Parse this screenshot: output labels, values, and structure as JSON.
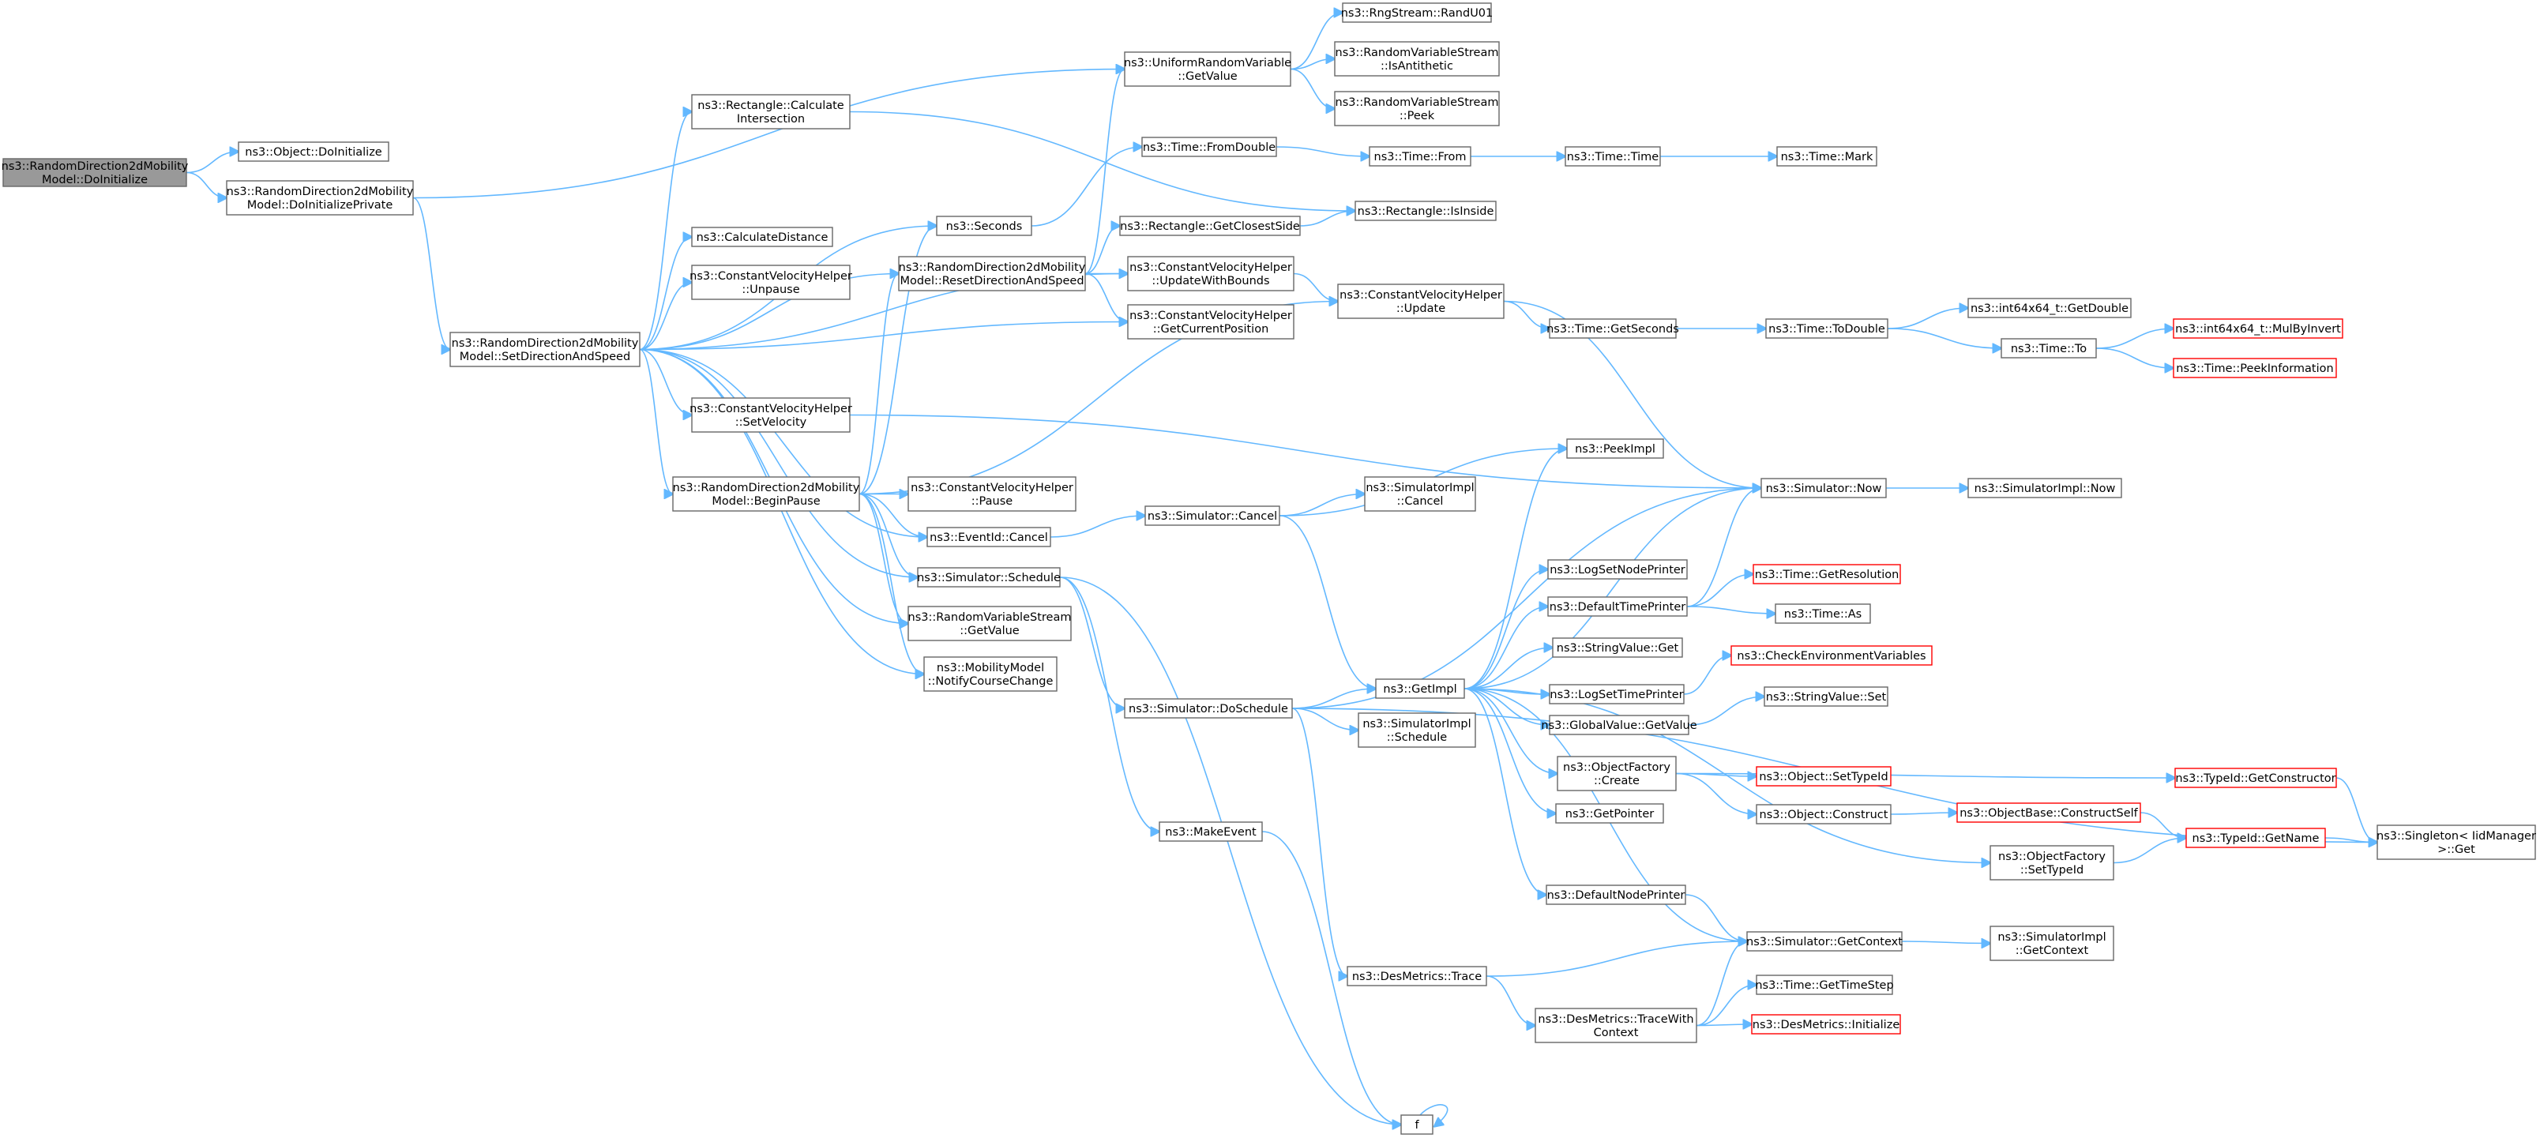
{
  "graph": {
    "nodes": [
      {
        "id": "root",
        "lines": [
          "ns3::RandomDirection2dMobility",
          "Model::DoInitialize"
        ],
        "kind": "root"
      },
      {
        "id": "objdoinit",
        "lines": [
          "ns3::Object::DoInitialize"
        ],
        "kind": "normal"
      },
      {
        "id": "doinitpriv",
        "lines": [
          "ns3::RandomDirection2dMobility",
          "Model::DoInitializePrivate"
        ],
        "kind": "normal"
      },
      {
        "id": "setdir",
        "lines": [
          "ns3::RandomDirection2dMobility",
          "Model::SetDirectionAndSpeed"
        ],
        "kind": "normal"
      },
      {
        "id": "rectcalc",
        "lines": [
          "ns3::Rectangle::Calculate",
          "Intersection"
        ],
        "kind": "normal"
      },
      {
        "id": "calcdist",
        "lines": [
          "ns3::CalculateDistance"
        ],
        "kind": "normal"
      },
      {
        "id": "cvunpause",
        "lines": [
          "ns3::ConstantVelocityHelper",
          "::Unpause"
        ],
        "kind": "normal"
      },
      {
        "id": "cvsetvel",
        "lines": [
          "ns3::ConstantVelocityHelper",
          "::SetVelocity"
        ],
        "kind": "normal"
      },
      {
        "id": "beginpause",
        "lines": [
          "ns3::RandomDirection2dMobility",
          "Model::BeginPause"
        ],
        "kind": "normal"
      },
      {
        "id": "seconds",
        "lines": [
          "ns3::Seconds"
        ],
        "kind": "normal"
      },
      {
        "id": "resetdir",
        "lines": [
          "ns3::RandomDirection2dMobility",
          "Model::ResetDirectionAndSpeed"
        ],
        "kind": "normal"
      },
      {
        "id": "cvpause",
        "lines": [
          "ns3::ConstantVelocityHelper",
          "::Pause"
        ],
        "kind": "normal"
      },
      {
        "id": "evcancel",
        "lines": [
          "ns3::EventId::Cancel"
        ],
        "kind": "normal"
      },
      {
        "id": "simsched",
        "lines": [
          "ns3::Simulator::Schedule"
        ],
        "kind": "normal"
      },
      {
        "id": "rvsgetval",
        "lines": [
          "ns3::RandomVariableStream",
          "::GetValue"
        ],
        "kind": "normal"
      },
      {
        "id": "mobnotify",
        "lines": [
          "ns3::MobilityModel",
          "::NotifyCourseChange"
        ],
        "kind": "normal"
      },
      {
        "id": "urvgetval",
        "lines": [
          "ns3::UniformRandomVariable",
          "::GetValue"
        ],
        "kind": "normal"
      },
      {
        "id": "timefromdouble",
        "lines": [
          "ns3::Time::FromDouble"
        ],
        "kind": "normal"
      },
      {
        "id": "rectclosest",
        "lines": [
          "ns3::Rectangle::GetClosestSide"
        ],
        "kind": "normal"
      },
      {
        "id": "cvupdbounds",
        "lines": [
          "ns3::ConstantVelocityHelper",
          "::UpdateWithBounds"
        ],
        "kind": "normal"
      },
      {
        "id": "cvgetpos",
        "lines": [
          "ns3::ConstantVelocityHelper",
          "::GetCurrentPosition"
        ],
        "kind": "normal"
      },
      {
        "id": "simcancel",
        "lines": [
          "ns3::Simulator::Cancel"
        ],
        "kind": "normal"
      },
      {
        "id": "simdosched",
        "lines": [
          "ns3::Simulator::DoSchedule"
        ],
        "kind": "normal"
      },
      {
        "id": "makeevent",
        "lines": [
          "ns3::MakeEvent"
        ],
        "kind": "normal"
      },
      {
        "id": "desmetrics",
        "lines": [
          "ns3::DesMetrics::Trace"
        ],
        "kind": "normal"
      },
      {
        "id": "f",
        "lines": [
          "f"
        ],
        "kind": "normal"
      },
      {
        "id": "rngrand",
        "lines": [
          "ns3::RngStream::RandU01"
        ],
        "kind": "normal"
      },
      {
        "id": "rvsanti",
        "lines": [
          "ns3::RandomVariableStream",
          "::IsAntithetic"
        ],
        "kind": "normal"
      },
      {
        "id": "rvspeek",
        "lines": [
          "ns3::RandomVariableStream",
          "::Peek"
        ],
        "kind": "normal"
      },
      {
        "id": "timefrom",
        "lines": [
          "ns3::Time::From"
        ],
        "kind": "normal"
      },
      {
        "id": "rectinside",
        "lines": [
          "ns3::Rectangle::IsInside"
        ],
        "kind": "normal"
      },
      {
        "id": "cvupdate",
        "lines": [
          "ns3::ConstantVelocityHelper",
          "::Update"
        ],
        "kind": "normal"
      },
      {
        "id": "simimplcancel",
        "lines": [
          "ns3::SimulatorImpl",
          "::Cancel"
        ],
        "kind": "normal"
      },
      {
        "id": "getimpl",
        "lines": [
          "ns3::GetImpl"
        ],
        "kind": "normal"
      },
      {
        "id": "simimplsched",
        "lines": [
          "ns3::SimulatorImpl",
          "::Schedule"
        ],
        "kind": "normal"
      },
      {
        "id": "timetime",
        "lines": [
          "ns3::Time::Time"
        ],
        "kind": "normal"
      },
      {
        "id": "timegetsec",
        "lines": [
          "ns3::Time::GetSeconds"
        ],
        "kind": "normal"
      },
      {
        "id": "peekimpl",
        "lines": [
          "ns3::PeekImpl"
        ],
        "kind": "normal"
      },
      {
        "id": "logsetnode",
        "lines": [
          "ns3::LogSetNodePrinter"
        ],
        "kind": "normal"
      },
      {
        "id": "deftimeprinter",
        "lines": [
          "ns3::DefaultTimePrinter"
        ],
        "kind": "normal"
      },
      {
        "id": "strvalget",
        "lines": [
          "ns3::StringValue::Get"
        ],
        "kind": "normal"
      },
      {
        "id": "logsettime",
        "lines": [
          "ns3::LogSetTimePrinter"
        ],
        "kind": "normal"
      },
      {
        "id": "globalval",
        "lines": [
          "ns3::GlobalValue::GetValue"
        ],
        "kind": "normal"
      },
      {
        "id": "objfactcreate",
        "lines": [
          "ns3::ObjectFactory",
          "::Create"
        ],
        "kind": "normal"
      },
      {
        "id": "getpointer",
        "lines": [
          "ns3::GetPointer"
        ],
        "kind": "normal"
      },
      {
        "id": "defnodeprinter",
        "lines": [
          "ns3::DefaultNodePrinter"
        ],
        "kind": "normal"
      },
      {
        "id": "destracectx",
        "lines": [
          "ns3::DesMetrics::TraceWith",
          "Context"
        ],
        "kind": "normal"
      },
      {
        "id": "timemark",
        "lines": [
          "ns3::Time::Mark"
        ],
        "kind": "normal"
      },
      {
        "id": "timetodouble",
        "lines": [
          "ns3::Time::ToDouble"
        ],
        "kind": "normal"
      },
      {
        "id": "simnow",
        "lines": [
          "ns3::Simulator::Now"
        ],
        "kind": "normal"
      },
      {
        "id": "timegetres",
        "lines": [
          "ns3::Time::GetResolution"
        ],
        "kind": "truncated"
      },
      {
        "id": "timeas",
        "lines": [
          "ns3::Time::As"
        ],
        "kind": "normal"
      },
      {
        "id": "checkenv",
        "lines": [
          "ns3::CheckEnvironmentVariables"
        ],
        "kind": "truncated"
      },
      {
        "id": "strvalset",
        "lines": [
          "ns3::StringValue::Set"
        ],
        "kind": "normal"
      },
      {
        "id": "objsettypeid",
        "lines": [
          "ns3::Object::SetTypeId"
        ],
        "kind": "truncated"
      },
      {
        "id": "objconstruct",
        "lines": [
          "ns3::Object::Construct"
        ],
        "kind": "normal"
      },
      {
        "id": "objfactsettype",
        "lines": [
          "ns3::ObjectFactory",
          "::SetTypeId"
        ],
        "kind": "normal"
      },
      {
        "id": "simgetctx",
        "lines": [
          "ns3::Simulator::GetContext"
        ],
        "kind": "normal"
      },
      {
        "id": "timegetstep",
        "lines": [
          "ns3::Time::GetTimeStep"
        ],
        "kind": "normal"
      },
      {
        "id": "desinit",
        "lines": [
          "ns3::DesMetrics::Initialize"
        ],
        "kind": "truncated"
      },
      {
        "id": "int64getdouble",
        "lines": [
          "ns3::int64x64_t::GetDouble"
        ],
        "kind": "normal"
      },
      {
        "id": "timeto",
        "lines": [
          "ns3::Time::To"
        ],
        "kind": "normal"
      },
      {
        "id": "simimplnow",
        "lines": [
          "ns3::SimulatorImpl::Now"
        ],
        "kind": "normal"
      },
      {
        "id": "typeidgetctor",
        "lines": [
          "ns3::TypeId::GetConstructor"
        ],
        "kind": "truncated"
      },
      {
        "id": "objbaseconstruct",
        "lines": [
          "ns3::ObjectBase::ConstructSelf"
        ],
        "kind": "truncated"
      },
      {
        "id": "typeidgetname",
        "lines": [
          "ns3::TypeId::GetName"
        ],
        "kind": "truncated"
      },
      {
        "id": "simimplgetctx",
        "lines": [
          "ns3::SimulatorImpl",
          "::GetContext"
        ],
        "kind": "normal"
      },
      {
        "id": "int64mulbyinv",
        "lines": [
          "ns3::int64x64_t::MulByInvert"
        ],
        "kind": "truncated"
      },
      {
        "id": "timepeekinfo",
        "lines": [
          "ns3::Time::PeekInformation"
        ],
        "kind": "truncated"
      },
      {
        "id": "singleton",
        "lines": [
          "ns3::Singleton< IidManager",
          ">::Get"
        ],
        "kind": "normal"
      }
    ],
    "edges": [
      [
        "root",
        "objdoinit"
      ],
      [
        "root",
        "doinitpriv"
      ],
      [
        "doinitpriv",
        "urvgetval"
      ],
      [
        "doinitpriv",
        "setdir"
      ],
      [
        "setdir",
        "rectcalc"
      ],
      [
        "setdir",
        "seconds"
      ],
      [
        "setdir",
        "calcdist"
      ],
      [
        "setdir",
        "cvunpause"
      ],
      [
        "setdir",
        "resetdir"
      ],
      [
        "setdir",
        "cvupdbounds"
      ],
      [
        "setdir",
        "cvgetpos"
      ],
      [
        "setdir",
        "cvsetvel"
      ],
      [
        "setdir",
        "beginpause"
      ],
      [
        "setdir",
        "evcancel"
      ],
      [
        "setdir",
        "simsched"
      ],
      [
        "setdir",
        "rvsgetval"
      ],
      [
        "setdir",
        "mobnotify"
      ],
      [
        "rectcalc",
        "rectinside"
      ],
      [
        "cvsetvel",
        "simnow"
      ],
      [
        "beginpause",
        "seconds"
      ],
      [
        "beginpause",
        "resetdir"
      ],
      [
        "beginpause",
        "cvupdate"
      ],
      [
        "beginpause",
        "cvpause"
      ],
      [
        "beginpause",
        "evcancel"
      ],
      [
        "beginpause",
        "simsched"
      ],
      [
        "beginpause",
        "rvsgetval"
      ],
      [
        "beginpause",
        "mobnotify"
      ],
      [
        "seconds",
        "timefromdouble"
      ],
      [
        "resetdir",
        "urvgetval"
      ],
      [
        "resetdir",
        "rectclosest"
      ],
      [
        "resetdir",
        "cvupdbounds"
      ],
      [
        "resetdir",
        "cvgetpos"
      ],
      [
        "evcancel",
        "simcancel"
      ],
      [
        "simsched",
        "simdosched"
      ],
      [
        "simsched",
        "makeevent"
      ],
      [
        "simsched",
        "f"
      ],
      [
        "urvgetval",
        "rngrand"
      ],
      [
        "urvgetval",
        "rvsanti"
      ],
      [
        "urvgetval",
        "rvspeek"
      ],
      [
        "timefromdouble",
        "timefrom"
      ],
      [
        "rectclosest",
        "rectinside"
      ],
      [
        "cvupdbounds",
        "cvupdate"
      ],
      [
        "simcancel",
        "peekimpl"
      ],
      [
        "simcancel",
        "simimplcancel"
      ],
      [
        "simcancel",
        "getimpl"
      ],
      [
        "simdosched",
        "simnow"
      ],
      [
        "simdosched",
        "getimpl"
      ],
      [
        "simdosched",
        "simimplsched"
      ],
      [
        "simdosched",
        "desmetrics"
      ],
      [
        "simdosched",
        "singleton"
      ],
      [
        "makeevent",
        "f"
      ],
      [
        "desmetrics",
        "simgetctx"
      ],
      [
        "desmetrics",
        "destracectx"
      ],
      [
        "f",
        "f"
      ],
      [
        "timefrom",
        "timetime"
      ],
      [
        "timetime",
        "timemark"
      ],
      [
        "cvupdate",
        "timegetsec"
      ],
      [
        "cvupdate",
        "simnow"
      ],
      [
        "getimpl",
        "peekimpl"
      ],
      [
        "getimpl",
        "simnow"
      ],
      [
        "getimpl",
        "logsetnode"
      ],
      [
        "getimpl",
        "deftimeprinter"
      ],
      [
        "getimpl",
        "strvalget"
      ],
      [
        "getimpl",
        "logsettime"
      ],
      [
        "getimpl",
        "globalval"
      ],
      [
        "getimpl",
        "objfactcreate"
      ],
      [
        "getimpl",
        "getpointer"
      ],
      [
        "getimpl",
        "objfactsettype"
      ],
      [
        "getimpl",
        "defnodeprinter"
      ],
      [
        "getimpl",
        "simgetctx"
      ],
      [
        "timegetsec",
        "timetodouble"
      ],
      [
        "deftimeprinter",
        "simnow"
      ],
      [
        "deftimeprinter",
        "timegetres"
      ],
      [
        "deftimeprinter",
        "timeas"
      ],
      [
        "logsettime",
        "checkenv"
      ],
      [
        "globalval",
        "strvalset"
      ],
      [
        "objfactcreate",
        "objsettypeid"
      ],
      [
        "objfactcreate",
        "objconstruct"
      ],
      [
        "objfactcreate",
        "typeidgetctor"
      ],
      [
        "defnodeprinter",
        "simgetctx"
      ],
      [
        "destracectx",
        "simgetctx"
      ],
      [
        "destracectx",
        "timegetstep"
      ],
      [
        "destracectx",
        "desinit"
      ],
      [
        "timetodouble",
        "int64getdouble"
      ],
      [
        "timetodouble",
        "timeto"
      ],
      [
        "simnow",
        "simimplnow"
      ],
      [
        "objconstruct",
        "objbaseconstruct"
      ],
      [
        "objfactsettype",
        "typeidgetname"
      ],
      [
        "simgetctx",
        "simimplgetctx"
      ],
      [
        "timeto",
        "int64mulbyinv"
      ],
      [
        "timeto",
        "timepeekinfo"
      ],
      [
        "typeidgetctor",
        "singleton"
      ],
      [
        "objbaseconstruct",
        "typeidgetname"
      ],
      [
        "typeidgetname",
        "singleton"
      ]
    ]
  }
}
